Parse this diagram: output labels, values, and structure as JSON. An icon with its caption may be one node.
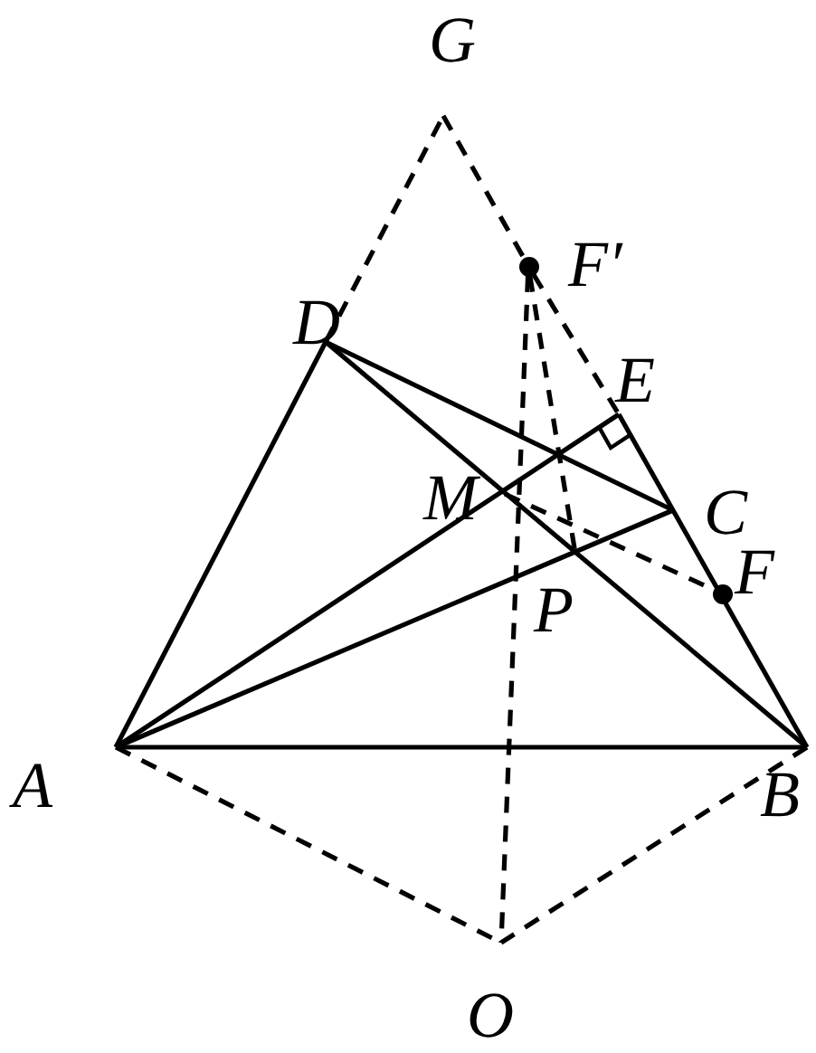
{
  "diagram": {
    "nodes": [
      {
        "text": [
          "G"
        ]
      },
      {
        "text": [],
        "shape": "circle",
        "beside": [
          "F′"
        ]
      },
      {
        "text": [
          "D"
        ]
      },
      {
        "text": [
          "E"
        ]
      },
      {
        "text": [
          "M"
        ]
      },
      {
        "text": [
          "C"
        ]
      },
      {
        "text": [],
        "shape": "circle",
        "beside": [
          "F"
        ]
      },
      {
        "text": [
          "P"
        ]
      },
      {
        "text": [
          "A"
        ]
      },
      {
        "text": [
          "B"
        ]
      },
      {
        "text": [
          "O"
        ]
      }
    ],
    "edges": [
      {
        "from": 8,
        "to": 2,
        "arrow": "none"
      },
      {
        "from": 8,
        "to": 9,
        "arrow": "none"
      },
      {
        "from": 2,
        "to": 5,
        "arrow": "none"
      },
      {
        "from": 2,
        "to": 9,
        "arrow": "none"
      },
      {
        "from": 8,
        "to": 5,
        "arrow": "none"
      },
      {
        "from": 8,
        "to": 3,
        "arrow": "none"
      },
      {
        "from": 3,
        "to": 9,
        "arrow": "none"
      },
      {
        "from": 2,
        "to": 0,
        "arrow": "none",
        "style": "dashed"
      },
      {
        "from": 0,
        "to": 1,
        "arrow": "none",
        "style": "dashed"
      },
      {
        "from": 1,
        "to": 3,
        "arrow": "none",
        "style": "dashed"
      },
      {
        "from": 1,
        "to": 10,
        "arrow": "none",
        "style": "dashed"
      },
      {
        "from": 1,
        "to": 7,
        "arrow": "none",
        "style": "dashed"
      },
      {
        "from": 4,
        "to": 6,
        "arrow": "none",
        "style": "dashed"
      },
      {
        "from": 8,
        "to": 10,
        "arrow": "none",
        "style": "dashed"
      },
      {
        "from": 9,
        "to": 10,
        "arrow": "none",
        "style": "dashed"
      }
    ]
  }
}
